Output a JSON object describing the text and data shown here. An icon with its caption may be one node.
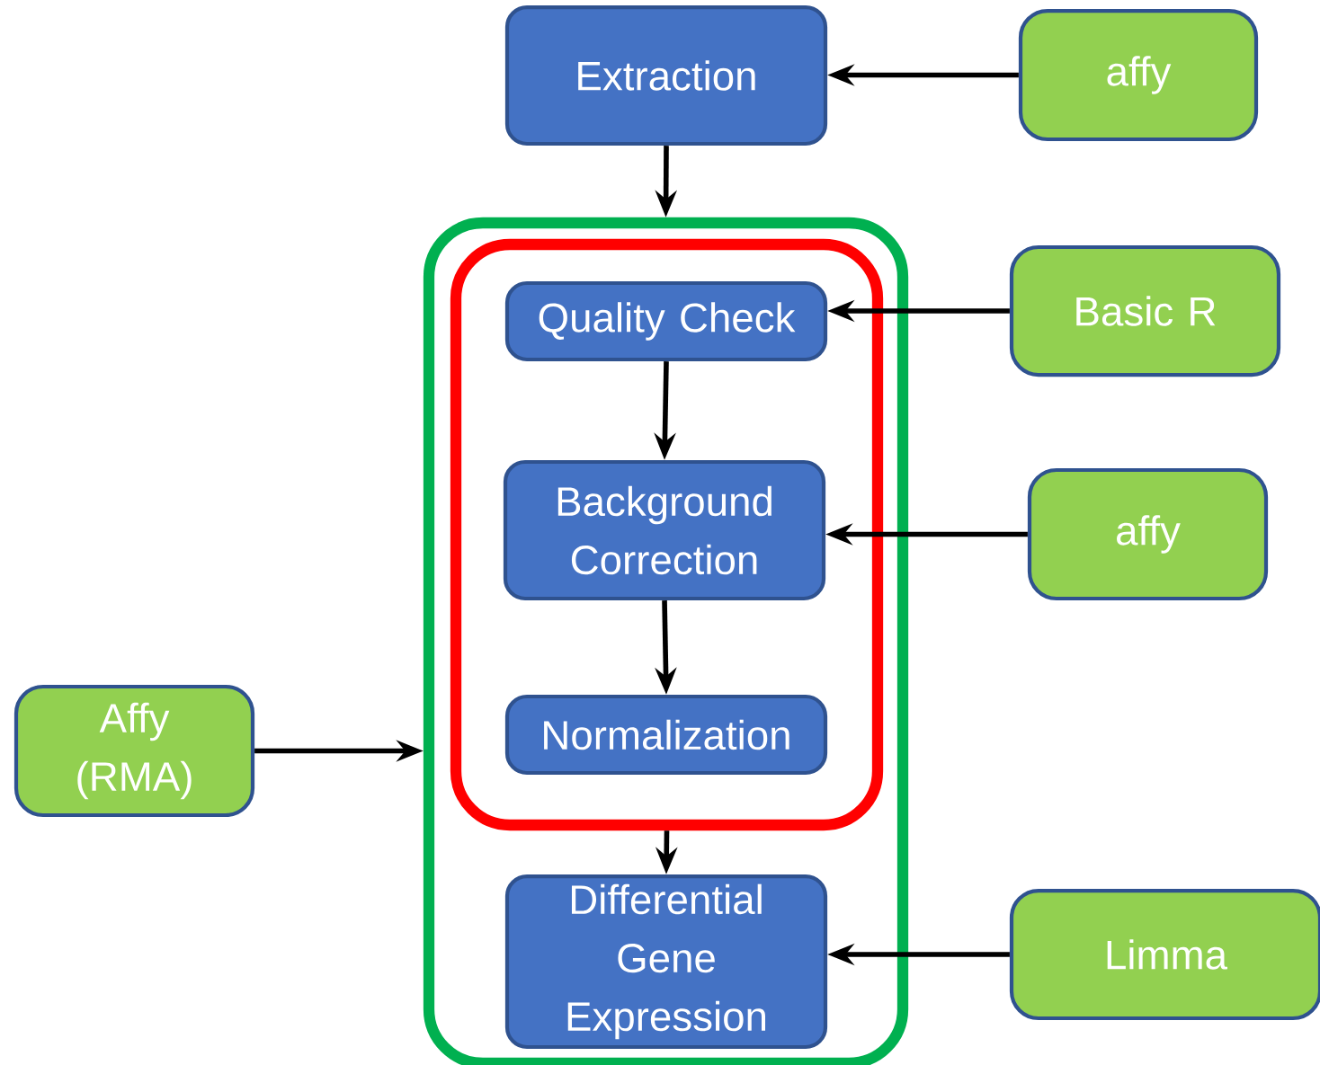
{
  "diagram": {
    "nodes": [
      {
        "text": [
          "Extraction"
        ]
      },
      {
        "text": [],
        "shape": "box"
      },
      {
        "text": [],
        "shape": "box",
        "in": 1
      },
      {
        "text": [
          "Quality Check"
        ],
        "in": 2
      },
      {
        "text": [
          "Background Correction"
        ],
        "in": 2
      },
      {
        "text": [
          "Normalization"
        ],
        "in": 2
      },
      {
        "text": [
          "Differential Gene Expression"
        ],
        "in": 1
      },
      {
        "text": [
          "affy"
        ]
      },
      {
        "text": [
          "Basic R"
        ]
      },
      {
        "text": [
          "affy"
        ]
      },
      {
        "text": [
          "Affy (RMA)"
        ]
      },
      {
        "text": [
          "Limma"
        ]
      }
    ],
    "edges": [
      {
        "from": 0,
        "to": 1,
        "arrow": "to"
      },
      {
        "from": 7,
        "to": 0,
        "arrow": "to"
      },
      {
        "from": 8,
        "to": 3,
        "arrow": "to"
      },
      {
        "from": 3,
        "to": 4,
        "arrow": "to"
      },
      {
        "from": 9,
        "to": 4,
        "arrow": "to"
      },
      {
        "from": 4,
        "to": 5,
        "arrow": "to"
      },
      {
        "from": 10,
        "to": 1,
        "arrow": "to"
      },
      {
        "from": 2,
        "to": 6,
        "arrow": "to"
      },
      {
        "from": 11,
        "to": 6,
        "arrow": "to"
      }
    ]
  }
}
